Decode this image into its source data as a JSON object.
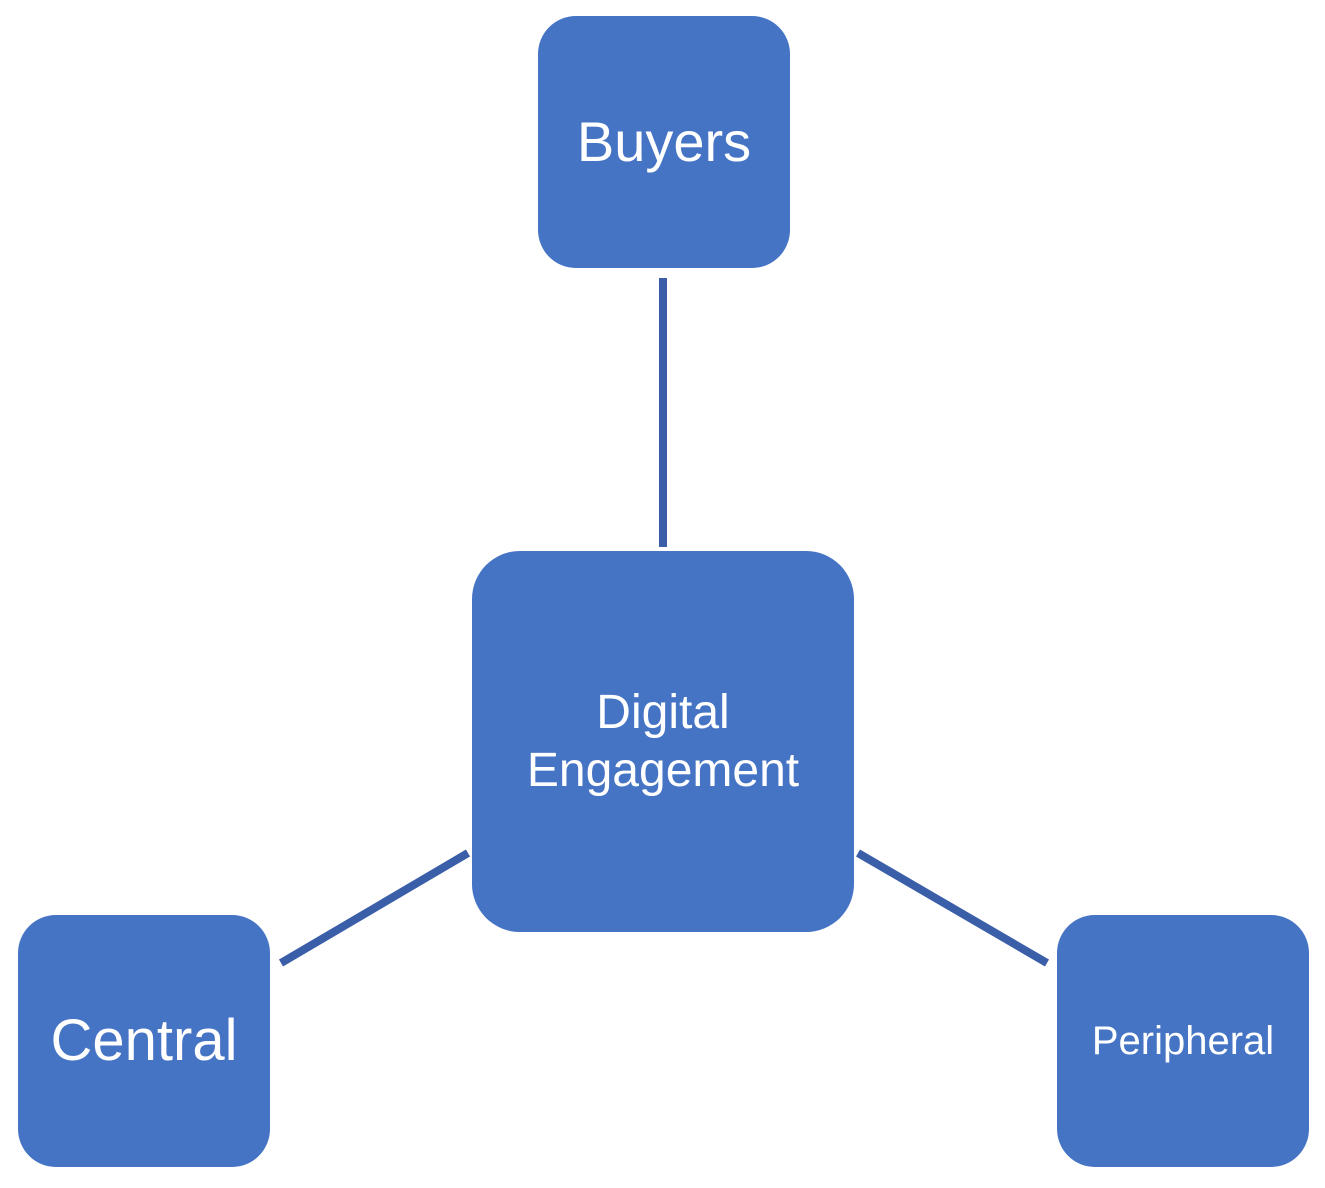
{
  "diagram": {
    "center": {
      "label": "Digital\nEngagement"
    },
    "nodes": [
      {
        "id": "buyers",
        "label": "Buyers"
      },
      {
        "id": "central",
        "label": "Central"
      },
      {
        "id": "peripheral",
        "label": "Peripheral"
      }
    ],
    "edges": [
      {
        "from": "center",
        "to": "buyers"
      },
      {
        "from": "center",
        "to": "central"
      },
      {
        "from": "center",
        "to": "peripheral"
      }
    ],
    "colors": {
      "node_fill": "#4674c5",
      "connector": "#3a5ea8",
      "text": "#ffffff",
      "background": "#ffffff"
    }
  }
}
